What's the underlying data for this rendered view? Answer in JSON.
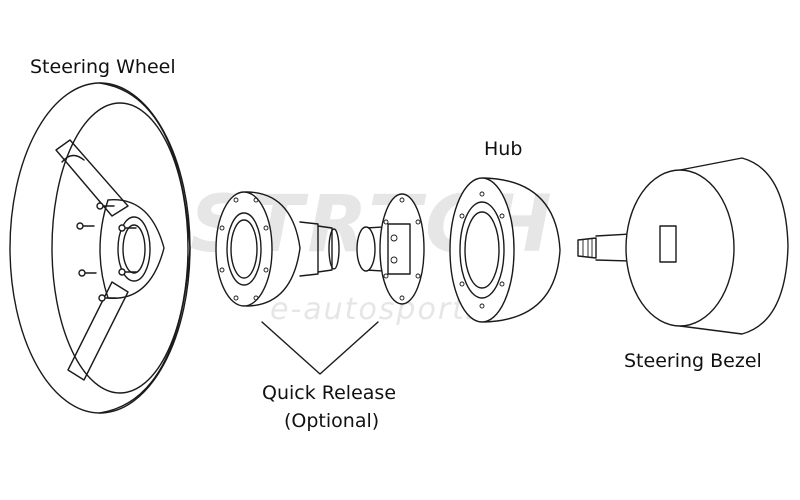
{
  "labels": {
    "steering_wheel": "Steering Wheel",
    "hub": "Hub",
    "quick_release_line1": "Quick Release",
    "quick_release_line2": "(Optional)",
    "steering_bezel": "Steering Bezel"
  },
  "watermark": {
    "main": "STRTCH",
    "sub": "e-autosports"
  },
  "colors": {
    "line": "#1a1a1a",
    "watermark": "#e6e6e6",
    "background": "#ffffff"
  }
}
